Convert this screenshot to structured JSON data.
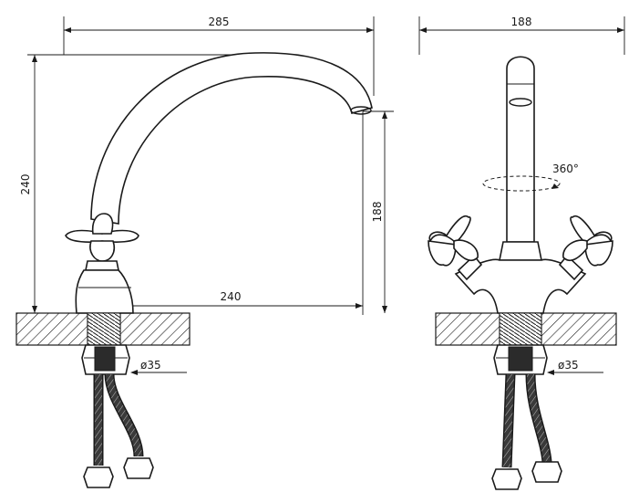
{
  "side_view": {
    "dim_width": "285",
    "dim_height": "240",
    "dim_spout_height": "188",
    "dim_reach": "240",
    "dim_mount_diameter": "ø35"
  },
  "front_view": {
    "dim_width": "188",
    "rotation_label": "360°",
    "dim_mount_diameter": "ø35"
  },
  "colors": {
    "line": "#1a1a1a",
    "background": "#ffffff"
  }
}
